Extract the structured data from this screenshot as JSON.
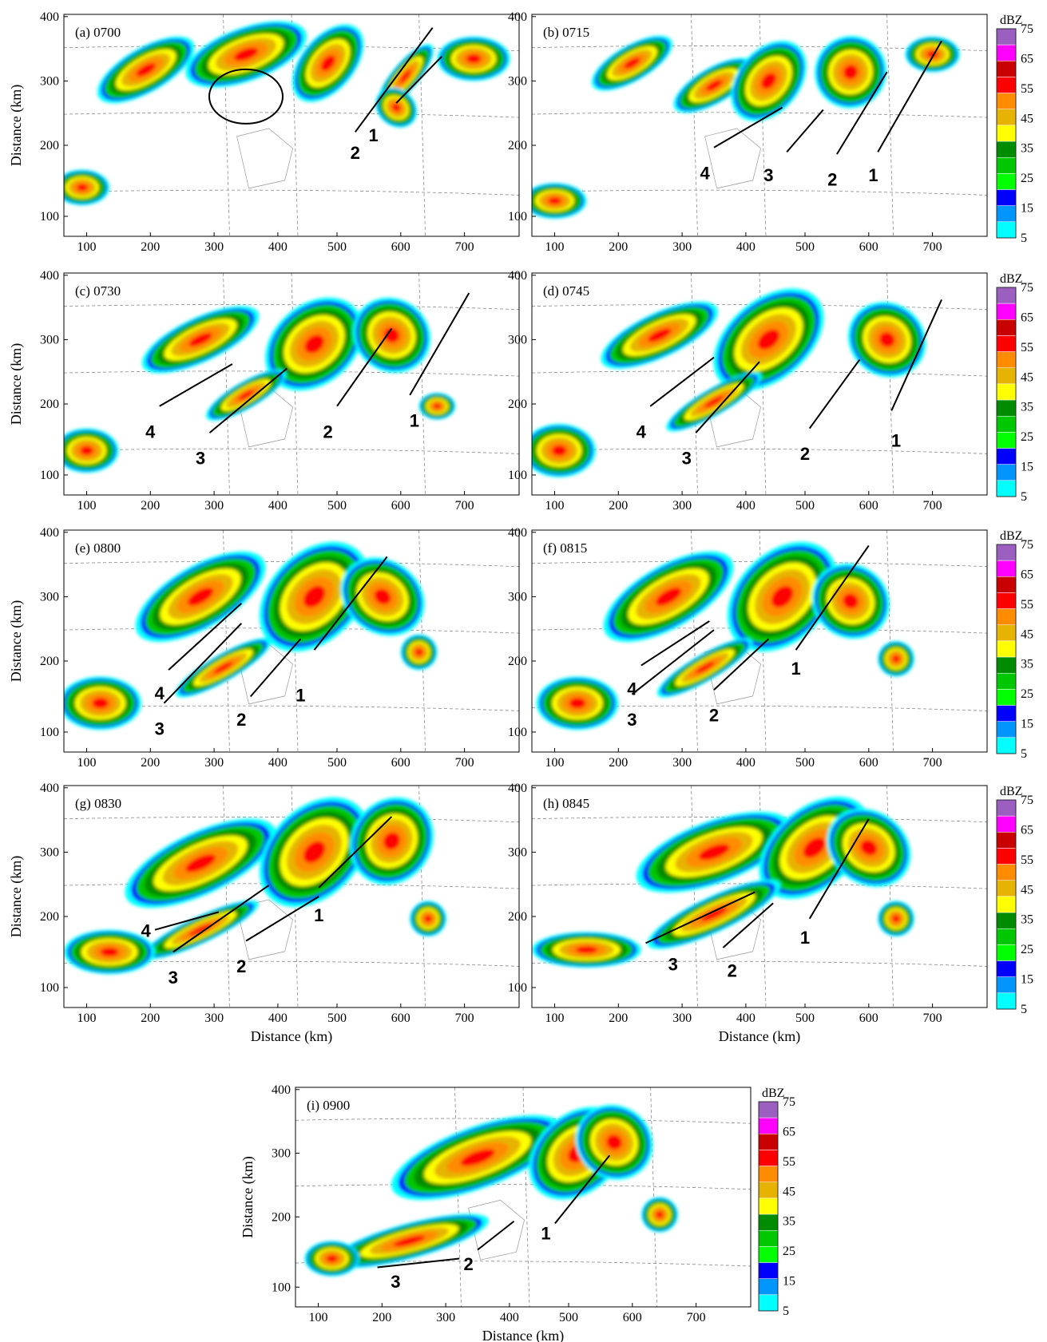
{
  "x_axis_label": "Distance (km)",
  "y_axis_label": "Distance (km)",
  "x_ticks": [
    "100",
    "200",
    "300",
    "400",
    "500",
    "600",
    "700"
  ],
  "y_ticks": [
    "100",
    "200",
    "300",
    "400"
  ],
  "colorbar": {
    "unit": "dBZ",
    "ticks": [
      "75",
      "65",
      "55",
      "45",
      "35",
      "25",
      "15",
      "5"
    ],
    "colors": [
      "#9b5fc0",
      "#ff00ff",
      "#c80000",
      "#ff0000",
      "#ff8c00",
      "#e6b400",
      "#ffff00",
      "#008c00",
      "#00c800",
      "#00ff00",
      "#0000ff",
      "#0096ff",
      "#00ffff"
    ]
  },
  "panels": [
    {
      "label": "(a) 0700",
      "lines": [
        "1",
        "2"
      ]
    },
    {
      "label": "(b) 0715",
      "lines": [
        "1",
        "2",
        "3",
        "4"
      ]
    },
    {
      "label": "(c) 0730",
      "lines": [
        "1",
        "2",
        "3",
        "4"
      ]
    },
    {
      "label": "(d) 0745",
      "lines": [
        "1",
        "2",
        "3",
        "4"
      ]
    },
    {
      "label": "(e) 0800",
      "lines": [
        "1",
        "2",
        "3",
        "4"
      ]
    },
    {
      "label": "(f) 0815",
      "lines": [
        "1",
        "2",
        "3",
        "4"
      ]
    },
    {
      "label": "(g) 0830",
      "lines": [
        "1",
        "2",
        "3",
        "4"
      ]
    },
    {
      "label": "(h) 0845",
      "lines": [
        "1",
        "2",
        "3"
      ]
    },
    {
      "label": "(i) 0900",
      "lines": [
        "1",
        "2",
        "3"
      ]
    }
  ]
}
